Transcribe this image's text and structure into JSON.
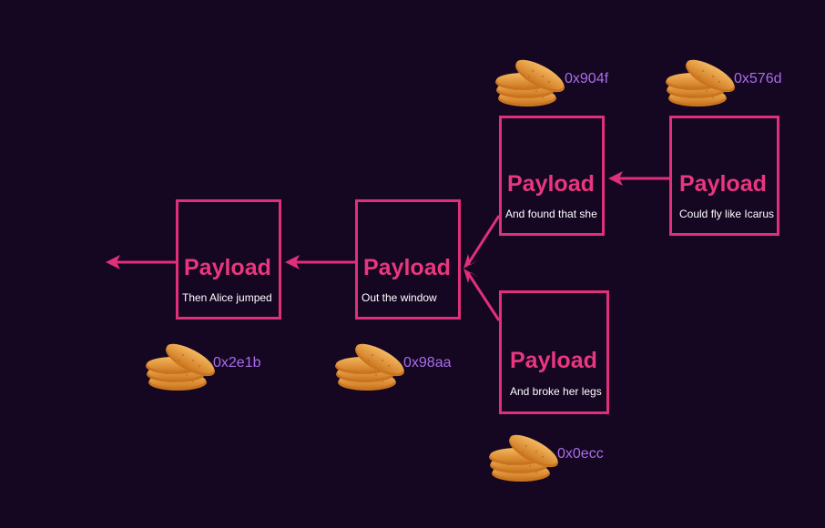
{
  "colors": {
    "background": "#150622",
    "accent": "#e0307a",
    "payload_text": "#e8377e",
    "hash_text": "#a86ee8",
    "hashbrown_fill": "#e8a040"
  },
  "nodes": [
    {
      "id": "alice",
      "title": "Payload",
      "text": "Then Alice jumped",
      "hash": "0x2e1b"
    },
    {
      "id": "window",
      "title": "Payload",
      "text": "Out the window",
      "hash": "0x98aa"
    },
    {
      "id": "found",
      "title": "Payload",
      "text": "And found that she",
      "hash": "0x904f"
    },
    {
      "id": "icarus",
      "title": "Payload",
      "text": "Could fly like Icarus",
      "hash": "0x576d"
    },
    {
      "id": "legs",
      "title": "Payload",
      "text": "And broke her legs",
      "hash": "0x0ecc"
    }
  ],
  "edges": [
    {
      "from": "icarus",
      "to": "found"
    },
    {
      "from": "found",
      "to": "window"
    },
    {
      "from": "legs",
      "to": "window"
    },
    {
      "from": "window",
      "to": "alice"
    },
    {
      "from": "alice",
      "to": ""
    }
  ],
  "icons": {
    "hash_picture": "hashbrown-icon",
    "arrow": "arrowhead-icon"
  }
}
